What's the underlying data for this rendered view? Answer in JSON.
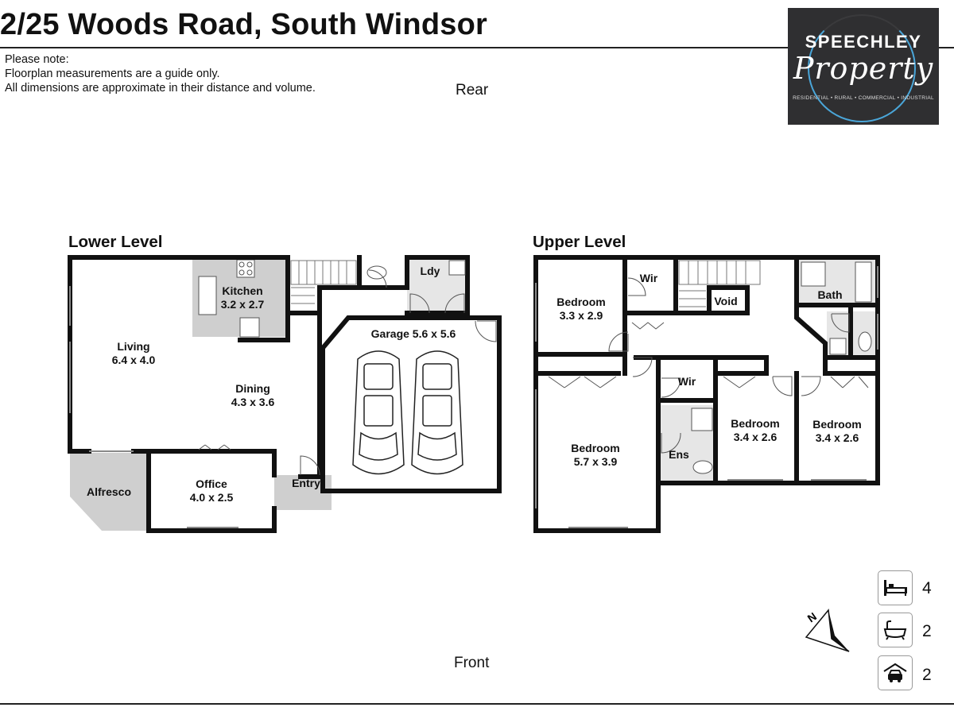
{
  "header": {
    "title": "2/25 Woods Road, South Windsor",
    "notes": [
      "Please note:",
      "Floorplan measurements are a guide only.",
      "All dimensions are approximate in their distance and volume."
    ]
  },
  "logo": {
    "name": "SPEECHLEY",
    "script": "Property",
    "tagline": "RESIDENTIAL • RURAL • COMMERCIAL • INDUSTRIAL",
    "bg_color": "#2f2f31",
    "ring_color": "#4aa6d9"
  },
  "orientation": {
    "rear": "Rear",
    "front": "Front",
    "compass": "N"
  },
  "lower_level": {
    "title": "Lower Level",
    "rooms": {
      "kitchen": {
        "name": "Kitchen",
        "size": "3.2 x 2.7"
      },
      "living": {
        "name": "Living",
        "size": "6.4 x 4.0"
      },
      "dining": {
        "name": "Dining",
        "size": "4.3 x 3.6"
      },
      "garage": {
        "name": "Garage 5.6 x 5.6"
      },
      "laundry": {
        "name": "Ldy"
      },
      "office": {
        "name": "Office",
        "size": "4.0 x 2.5"
      },
      "alfresco": {
        "name": "Alfresco"
      },
      "entry": {
        "name": "Entry"
      }
    }
  },
  "upper_level": {
    "title": "Upper Level",
    "rooms": {
      "bedroom_a": {
        "name": "Bedroom",
        "size": "3.3 x 2.9"
      },
      "wir_a": {
        "name": "Wir"
      },
      "void": {
        "name": "Void"
      },
      "bath": {
        "name": "Bath"
      },
      "bedroom_main": {
        "name": "Bedroom",
        "size": "5.7 x 3.9"
      },
      "wir_b": {
        "name": "Wir"
      },
      "ensuite": {
        "name": "Ens"
      },
      "bedroom_b": {
        "name": "Bedroom",
        "size": "3.4 x 2.6"
      },
      "bedroom_c": {
        "name": "Bedroom",
        "size": "3.4 x 2.6"
      }
    }
  },
  "stats": [
    {
      "icon": "bed-icon",
      "value": "4"
    },
    {
      "icon": "bath-icon",
      "value": "2"
    },
    {
      "icon": "garage-car-icon",
      "value": "2"
    }
  ],
  "colors": {
    "wall": "#111111",
    "shade": "#cfcfcf"
  }
}
